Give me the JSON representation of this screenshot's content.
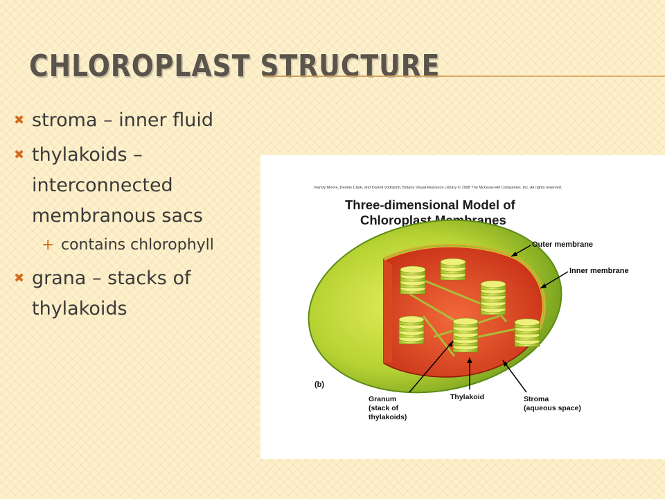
{
  "slide": {
    "title": "CHLOROPLAST STRUCTURE",
    "bullets": [
      {
        "term": "stroma",
        "sep": " – ",
        "text": "inner fluid"
      },
      {
        "term": "thylakoids",
        "sep": " – ",
        "text": "interconnected membranous sacs",
        "sub": "contains chlorophyll"
      },
      {
        "term": "grana",
        "sep": " – ",
        "text": "stacks of thylakoids"
      }
    ],
    "colors": {
      "bullet_marker": "#d26a1e",
      "title": "#5a544a",
      "text": "#3a3a3a"
    },
    "icons": {
      "bullet": "x-mark-icon",
      "sub_bullet": "plus-icon"
    }
  },
  "figure": {
    "credit": "Randy Moore, Dennis Clark, and Darrell Vodopich, Botany Visual Resource Library © 1998 The McGraw-Hill Companies, Inc. All rights reserved.",
    "heading_line1": "Three-dimensional Model of",
    "heading_line2": "Chloroplast Membranes",
    "labels": {
      "outer_membrane": "Outer membrane",
      "inner_membrane": "Inner membrane",
      "panel": "(b)",
      "granum_1": "Granum",
      "granum_2": "(stack of",
      "granum_3": "thylakoids)",
      "thylakoid": "Thylakoid",
      "stroma_1": "Stroma",
      "stroma_2": "(aqueous space)"
    }
  }
}
